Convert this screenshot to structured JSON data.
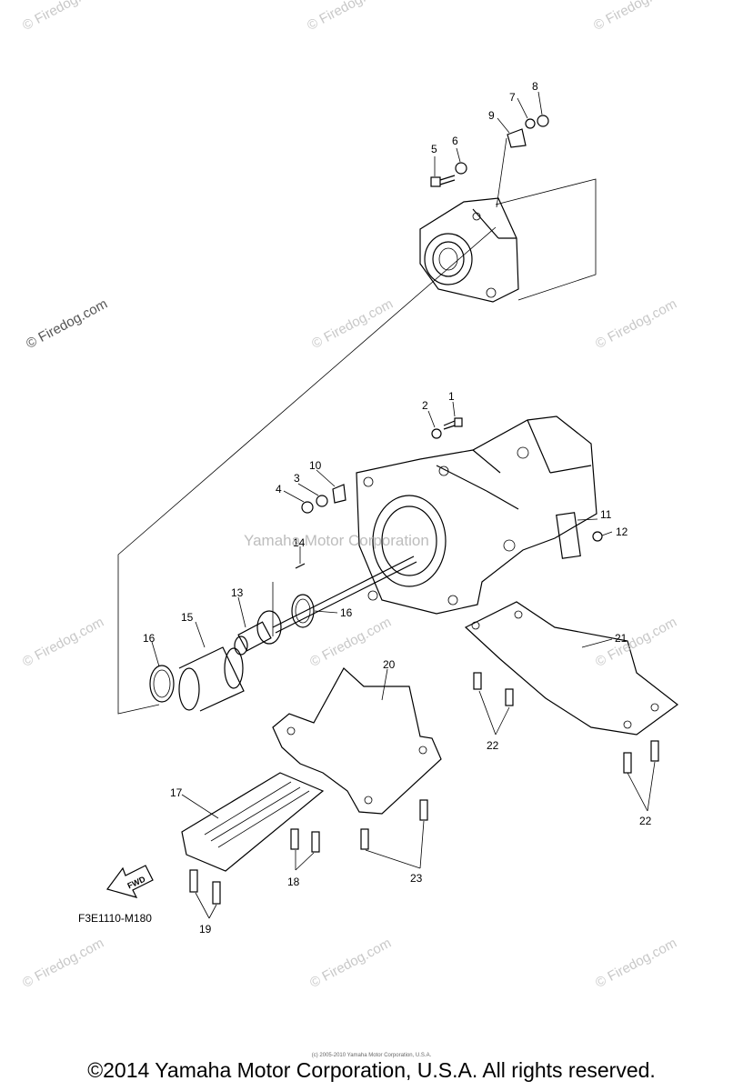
{
  "watermark": "© Firedog.com",
  "center_watermark": "Yamaha Motor Corporation",
  "diagram_code": "F3E1110-M180",
  "fwd_label": "FWD",
  "tiny_notice": "(c) 2005-2010 Yamaha Motor Corporation, U.S.A.",
  "footer": "©2014 Yamaha Motor Corporation, U.S.A. All rights reserved.",
  "callouts": [
    "1",
    "2",
    "3",
    "4",
    "5",
    "6",
    "7",
    "8",
    "9",
    "10",
    "11",
    "12",
    "13",
    "14",
    "15",
    "16",
    "16",
    "17",
    "18",
    "19",
    "20",
    "21",
    "22",
    "22",
    "23"
  ]
}
